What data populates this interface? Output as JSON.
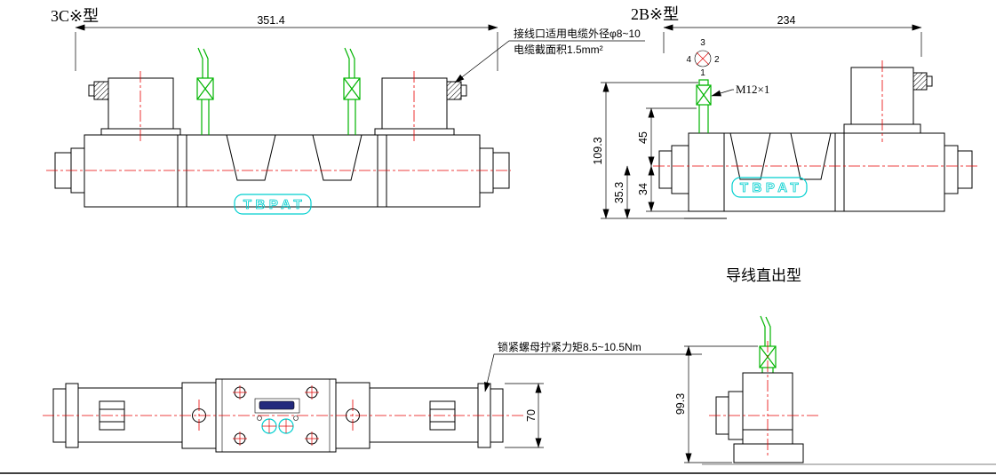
{
  "logo": "TBPAT",
  "views": {
    "type_3c": {
      "title": "3C※型",
      "dim_overall": "351.4",
      "note_line1": "接线口适用电缆外径φ8~10",
      "note_line2": "电缆截面积1.5mm²"
    },
    "type_2b": {
      "title": "2B※型",
      "dim_overall": "234",
      "dim_total_height": "109.3",
      "dim_top_to_center": "45",
      "dim_center_to_base": "35.3",
      "dim_center_to_bottom": "34",
      "thread": "M12×1",
      "port_top": "3",
      "port_left": "4",
      "port_right": "2",
      "port_bottom": "1"
    },
    "top_view": {
      "note": "锁紧螺母拧紧力矩8.5~10.5Nm",
      "dim_width": "70"
    },
    "lead_wire": {
      "title": "导线直出型",
      "dim_height": "99.3"
    }
  },
  "colors": {
    "outline": "#000000",
    "centerline": "#e80000",
    "cable": "#00b400",
    "logo": "#00cfcf",
    "slot_fill": "#232a7d"
  }
}
